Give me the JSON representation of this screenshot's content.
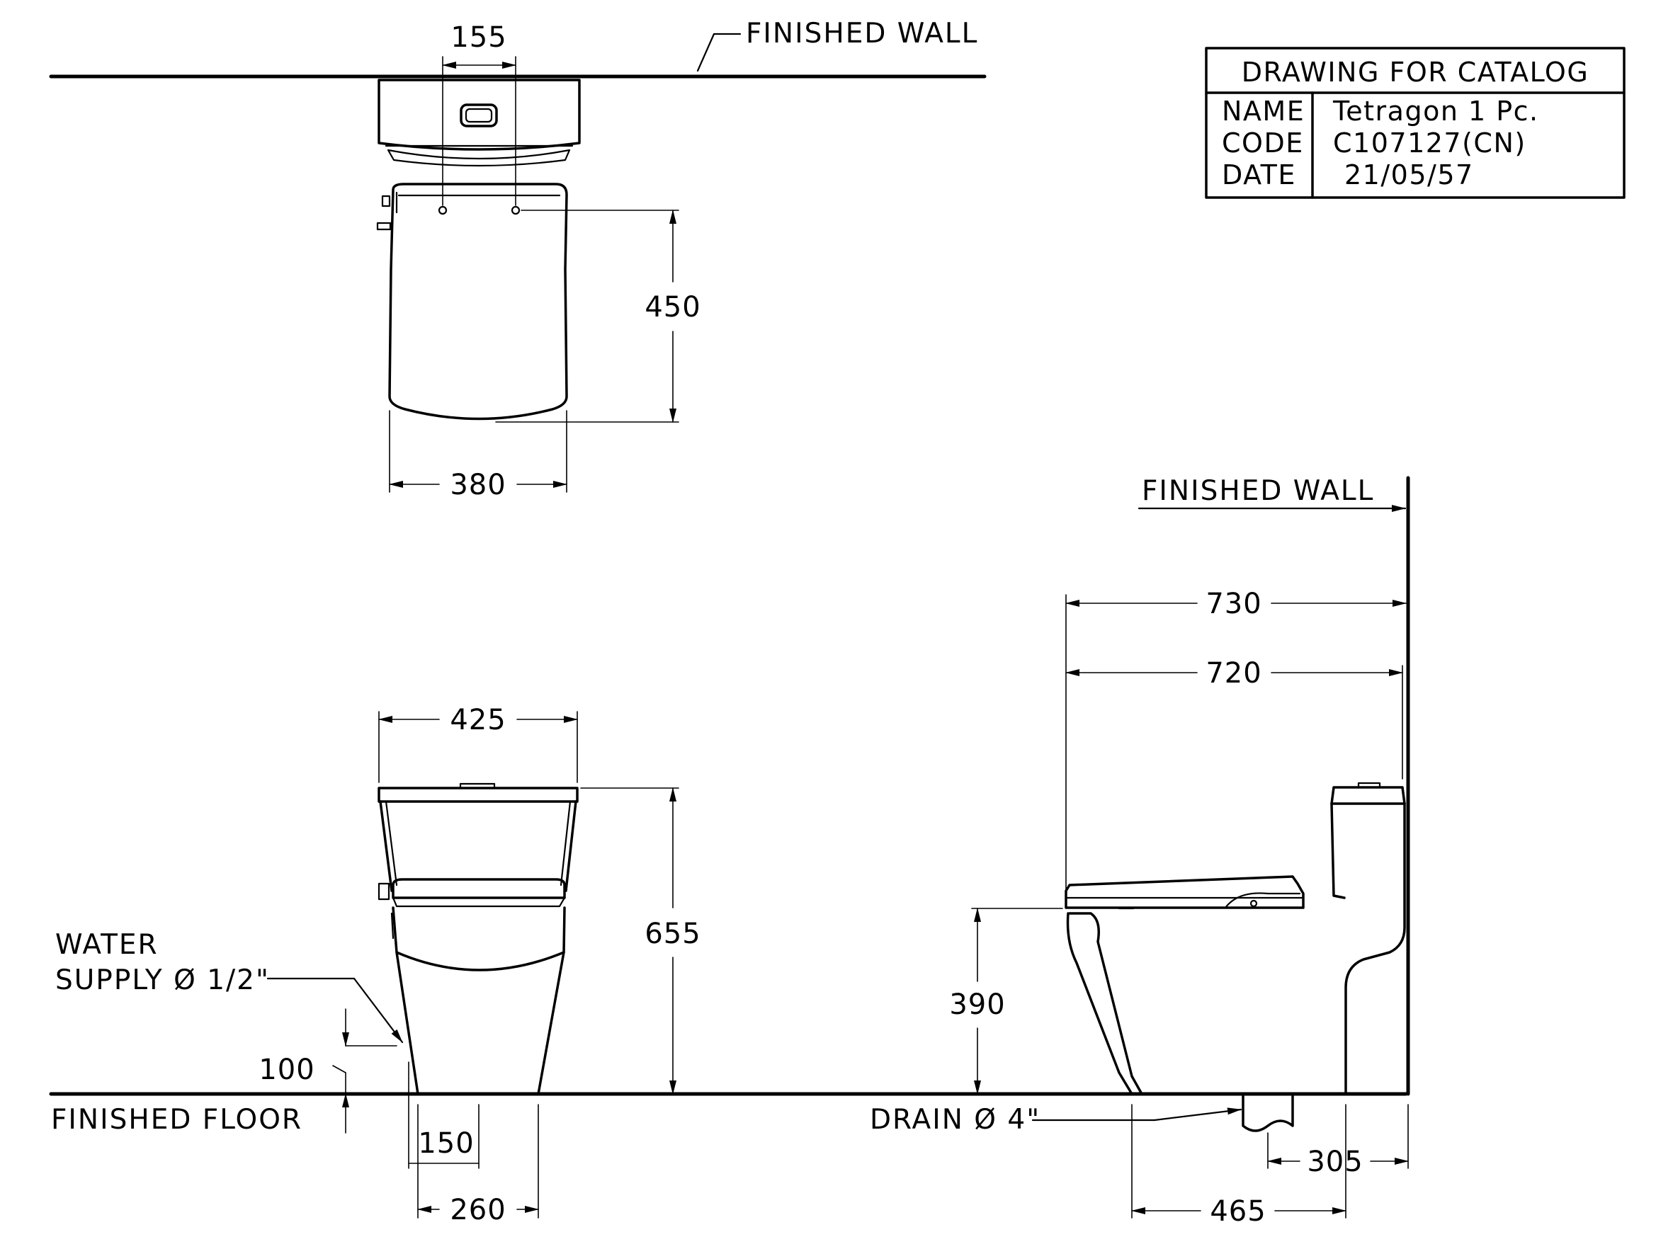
{
  "notes": {
    "finished_wall_top": "FINISHED  WALL",
    "finished_wall_side": "FINISHED  WALL",
    "finished_floor": "FINISHED  FLOOR",
    "water_supply_line1": "WATER",
    "water_supply_line2": "SUPPLY Ø 1/2\"",
    "drain": "DRAIN Ø 4\""
  },
  "title_block": {
    "heading": "DRAWING  FOR  CATALOG",
    "name_label": "NAME",
    "name_value": "Tetragon  1  Pc.",
    "code_label": "CODE",
    "code_value": "C107127(CN)",
    "date_label": "DATE",
    "date_value": "21/05/57"
  },
  "dimensions": {
    "top_hole_spacing": "155",
    "top_depth": "450",
    "top_width": "380",
    "front_width": "425",
    "front_height": "655",
    "supply_height": "100",
    "supply_offset": "150",
    "base_width": "260",
    "side_overall_length": "730",
    "side_seat_length": "720",
    "seat_height": "390",
    "drain_offset": "305",
    "base_length": "465"
  }
}
